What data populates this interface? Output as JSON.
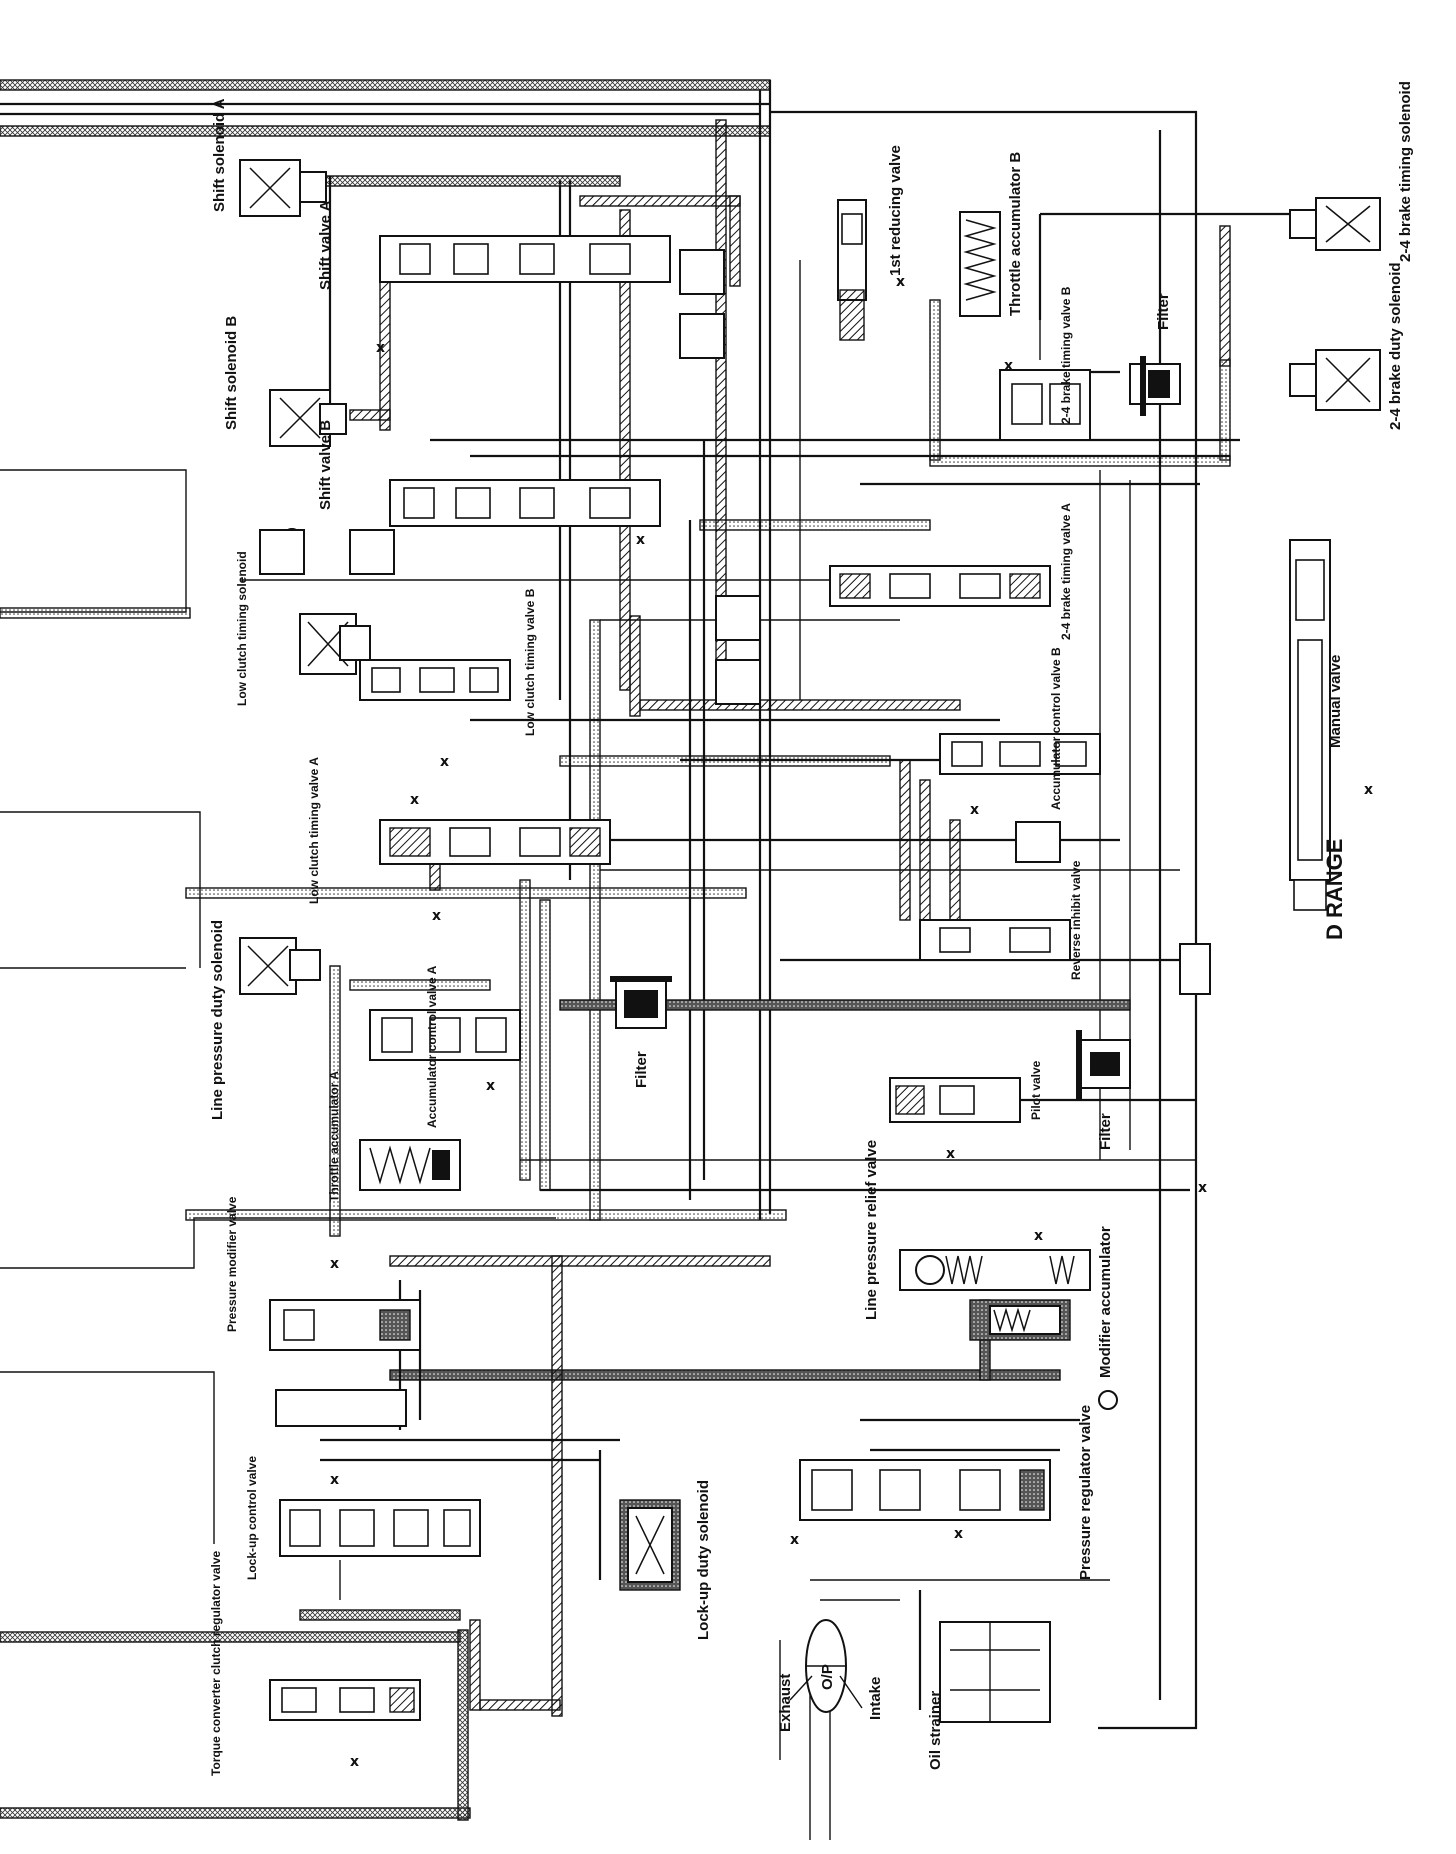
{
  "diagram": {
    "range_label": "D RANGE",
    "components": {
      "shift_solenoid_a": "Shift solenoid A",
      "shift_valve_a": "Shift valve A",
      "shift_solenoid_b": "Shift solenoid B",
      "shift_valve_b": "Shift valve B",
      "first_reducing_valve": "1st reducing valve",
      "throttle_accumulator_b": "Throttle accumulator B",
      "brake_24_timing_valve_b": "2-4 brake timing valve B",
      "filter_top": "Filter",
      "brake_24_timing_solenoid": "2-4 brake timing solenoid",
      "brake_24_duty_solenoid": "2-4 brake duty solenoid",
      "brake_24_timing_valve_a": "2-4 brake timing valve A",
      "manual_valve": "Manual valve",
      "low_clutch_timing_solenoid": "Low clutch timing solenoid",
      "low_clutch_timing_valve_b": "Low clutch timing valve B",
      "accumulator_control_valve_b": "Accumulator control valve B",
      "low_clutch_timing_valve_a": "Low clutch timing valve A",
      "reverse_inhibit_valve": "Reverse inhibit valve",
      "line_pressure_duty_solenoid": "Line pressure duty solenoid",
      "filter_mid": "Filter",
      "accumulator_control_valve_a": "Accumulator control valve A",
      "throttle_accumulator_a": "Throttle accumulator A",
      "pilot_valve": "Pilot valve",
      "filter_right": "Filter",
      "line_pressure_relief_valve": "Line pressure relief valve",
      "pressure_modifier_valve": "Pressure modifier valve",
      "modifier_accumulator": "Modifier accumulator",
      "lock_up_control_valve": "Lock-up control valve",
      "lock_up_duty_solenoid": "Lock-up duty solenoid",
      "pressure_regulator_valve": "Pressure regulator valve",
      "torque_converter_clutch_regulator_valve": "Torque converter clutch regulator valve",
      "oil_pump": "O/P",
      "exhaust": "Exhaust",
      "intake": "Intake",
      "oil_strainer": "Oil strainer"
    },
    "drain_mark": "x"
  }
}
